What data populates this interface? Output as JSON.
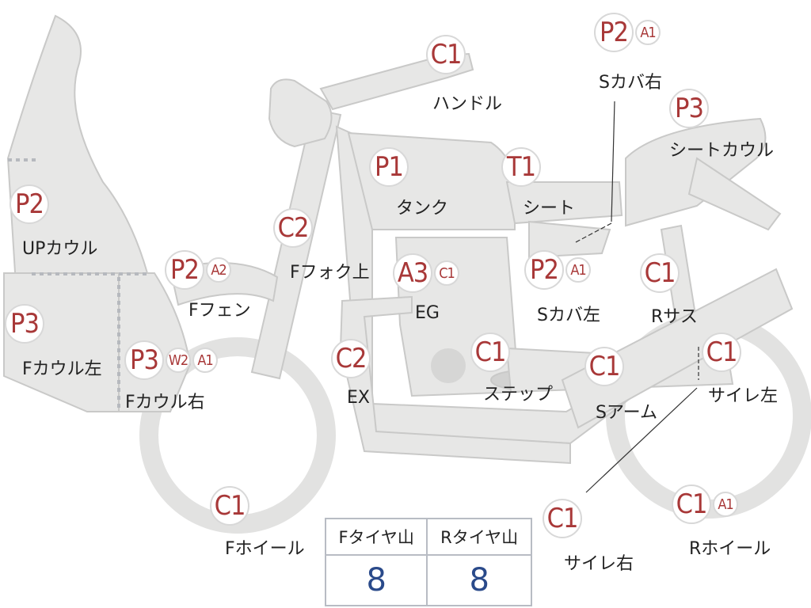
{
  "parts": [
    {
      "id": "handle",
      "badges": [
        "C1"
      ],
      "label": "ハンドル"
    },
    {
      "id": "scover-right",
      "badges": [
        "P2",
        "A1"
      ],
      "label": "Sカバ右"
    },
    {
      "id": "seat-cowl",
      "badges": [
        "P3"
      ],
      "label": "シートカウル"
    },
    {
      "id": "tank",
      "badges": [
        "P1"
      ],
      "label": "タンク"
    },
    {
      "id": "seat",
      "badges": [
        "T1"
      ],
      "label": "シート"
    },
    {
      "id": "up-cowl",
      "badges": [
        "P2"
      ],
      "label": "UPカウル"
    },
    {
      "id": "ffork-upper",
      "badges": [
        "C2"
      ],
      "label": "Fフォク上"
    },
    {
      "id": "f-fender",
      "badges": [
        "P2",
        "A2"
      ],
      "label": "Fフェン"
    },
    {
      "id": "engine",
      "badges": [
        "A3",
        "C1"
      ],
      "label": "EG"
    },
    {
      "id": "scover-left",
      "badges": [
        "P2",
        "A1"
      ],
      "label": "Sカバ左"
    },
    {
      "id": "r-suspension",
      "badges": [
        "C1"
      ],
      "label": "Rサス"
    },
    {
      "id": "fcowl-left",
      "badges": [
        "P3"
      ],
      "label": "Fカウル左"
    },
    {
      "id": "fcowl-right",
      "badges": [
        "P3",
        "W2",
        "A1"
      ],
      "label": "Fカウル右"
    },
    {
      "id": "exhaust",
      "badges": [
        "C2"
      ],
      "label": "EX"
    },
    {
      "id": "step",
      "badges": [
        "C1"
      ],
      "label": "ステップ"
    },
    {
      "id": "swingarm",
      "badges": [
        "C1"
      ],
      "label": "Sアーム"
    },
    {
      "id": "muffler-left",
      "badges": [
        "C1"
      ],
      "label": "サイレ左"
    },
    {
      "id": "f-wheel",
      "badges": [
        "C1"
      ],
      "label": "Fホイール"
    },
    {
      "id": "muffler-right",
      "badges": [
        "C1"
      ],
      "label": "サイレ右"
    },
    {
      "id": "r-wheel",
      "badges": [
        "C1",
        "A1"
      ],
      "label": "Rホイール"
    }
  ],
  "tire_table": {
    "headers": [
      "Fタイヤ山",
      "Rタイヤ山"
    ],
    "values": [
      "8",
      "8"
    ]
  },
  "colors": {
    "part_fill": "#e7e7e6",
    "part_stroke": "#c9c9c8",
    "badge_text": "#a83838",
    "value_text": "#2a4a8a"
  }
}
